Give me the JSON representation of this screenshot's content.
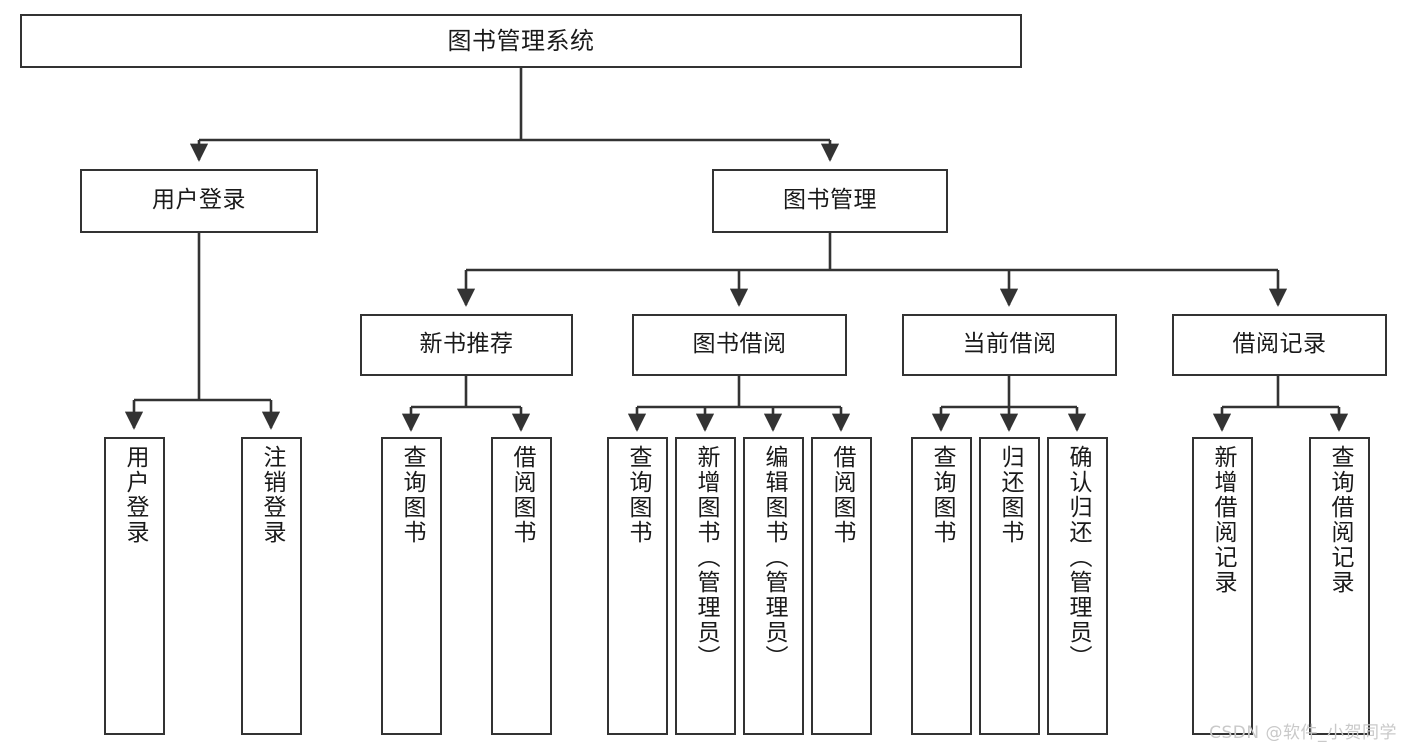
{
  "diagram": {
    "type": "tree-hierarchy",
    "title": "图书管理系统",
    "watermark": "CSDN @软件_小贺同学",
    "nodes": {
      "root": {
        "label": "图书管理系统"
      },
      "level2": [
        {
          "id": "user-login",
          "label": "用户登录"
        },
        {
          "id": "book-manage",
          "label": "图书管理"
        }
      ],
      "level3": [
        {
          "id": "new-book-rec",
          "label": "新书推荐"
        },
        {
          "id": "book-borrow",
          "label": "图书借阅"
        },
        {
          "id": "current-borrow",
          "label": "当前借阅"
        },
        {
          "id": "borrow-record",
          "label": "借阅记录"
        }
      ],
      "leaves": [
        {
          "id": "leaf-user-login",
          "label": "用户登录",
          "parent": "user-login"
        },
        {
          "id": "leaf-user-logout",
          "label": "注销登录",
          "parent": "user-login"
        },
        {
          "id": "leaf-query-book-1",
          "label": "查询图书",
          "parent": "new-book-rec"
        },
        {
          "id": "leaf-borrow-book-1",
          "label": "借阅图书",
          "parent": "new-book-rec"
        },
        {
          "id": "leaf-query-book-2",
          "label": "查询图书",
          "parent": "book-borrow"
        },
        {
          "id": "leaf-add-book",
          "label": "新增图书（管理员）",
          "parent": "book-borrow"
        },
        {
          "id": "leaf-edit-book",
          "label": "编辑图书（管理员）",
          "parent": "book-borrow"
        },
        {
          "id": "leaf-borrow-book-2",
          "label": "借阅图书",
          "parent": "book-borrow"
        },
        {
          "id": "leaf-query-book-3",
          "label": "查询图书",
          "parent": "current-borrow"
        },
        {
          "id": "leaf-return-book",
          "label": "归还图书",
          "parent": "current-borrow"
        },
        {
          "id": "leaf-confirm-return",
          "label": "确认归还（管理员）",
          "parent": "current-borrow"
        },
        {
          "id": "leaf-add-record",
          "label": "新增借阅记录",
          "parent": "borrow-record"
        },
        {
          "id": "leaf-query-record",
          "label": "查询借阅记录",
          "parent": "borrow-record"
        }
      ]
    },
    "colors": {
      "stroke": "#333333",
      "fill": "#ffffff",
      "text": "#1a1a1a",
      "watermark": "#c9c9c9"
    }
  }
}
